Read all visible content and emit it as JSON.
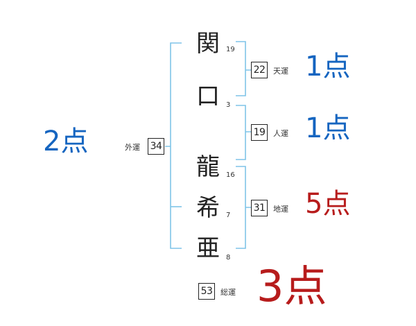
{
  "name_chars": [
    {
      "char": "関",
      "strokes": "19"
    },
    {
      "char": "口",
      "strokes": "3"
    },
    {
      "char": "龍",
      "strokes": "16"
    },
    {
      "char": "希",
      "strokes": "7"
    },
    {
      "char": "亜",
      "strokes": "8"
    }
  ],
  "kakusu": {
    "tenkaku": {
      "value": "22",
      "label": "天運",
      "score": "1点"
    },
    "jinkaku": {
      "value": "19",
      "label": "人運",
      "score": "1点"
    },
    "chikaku": {
      "value": "31",
      "label": "地運",
      "score": "5点"
    },
    "gaikaku": {
      "value": "34",
      "label": "外運",
      "score": "2点"
    },
    "soukaku": {
      "value": "53",
      "label": "総運",
      "score": "3点"
    }
  },
  "colors": {
    "bracket": "#7fc4e8",
    "good": "#1565c0",
    "bad": "#b71c1c"
  }
}
